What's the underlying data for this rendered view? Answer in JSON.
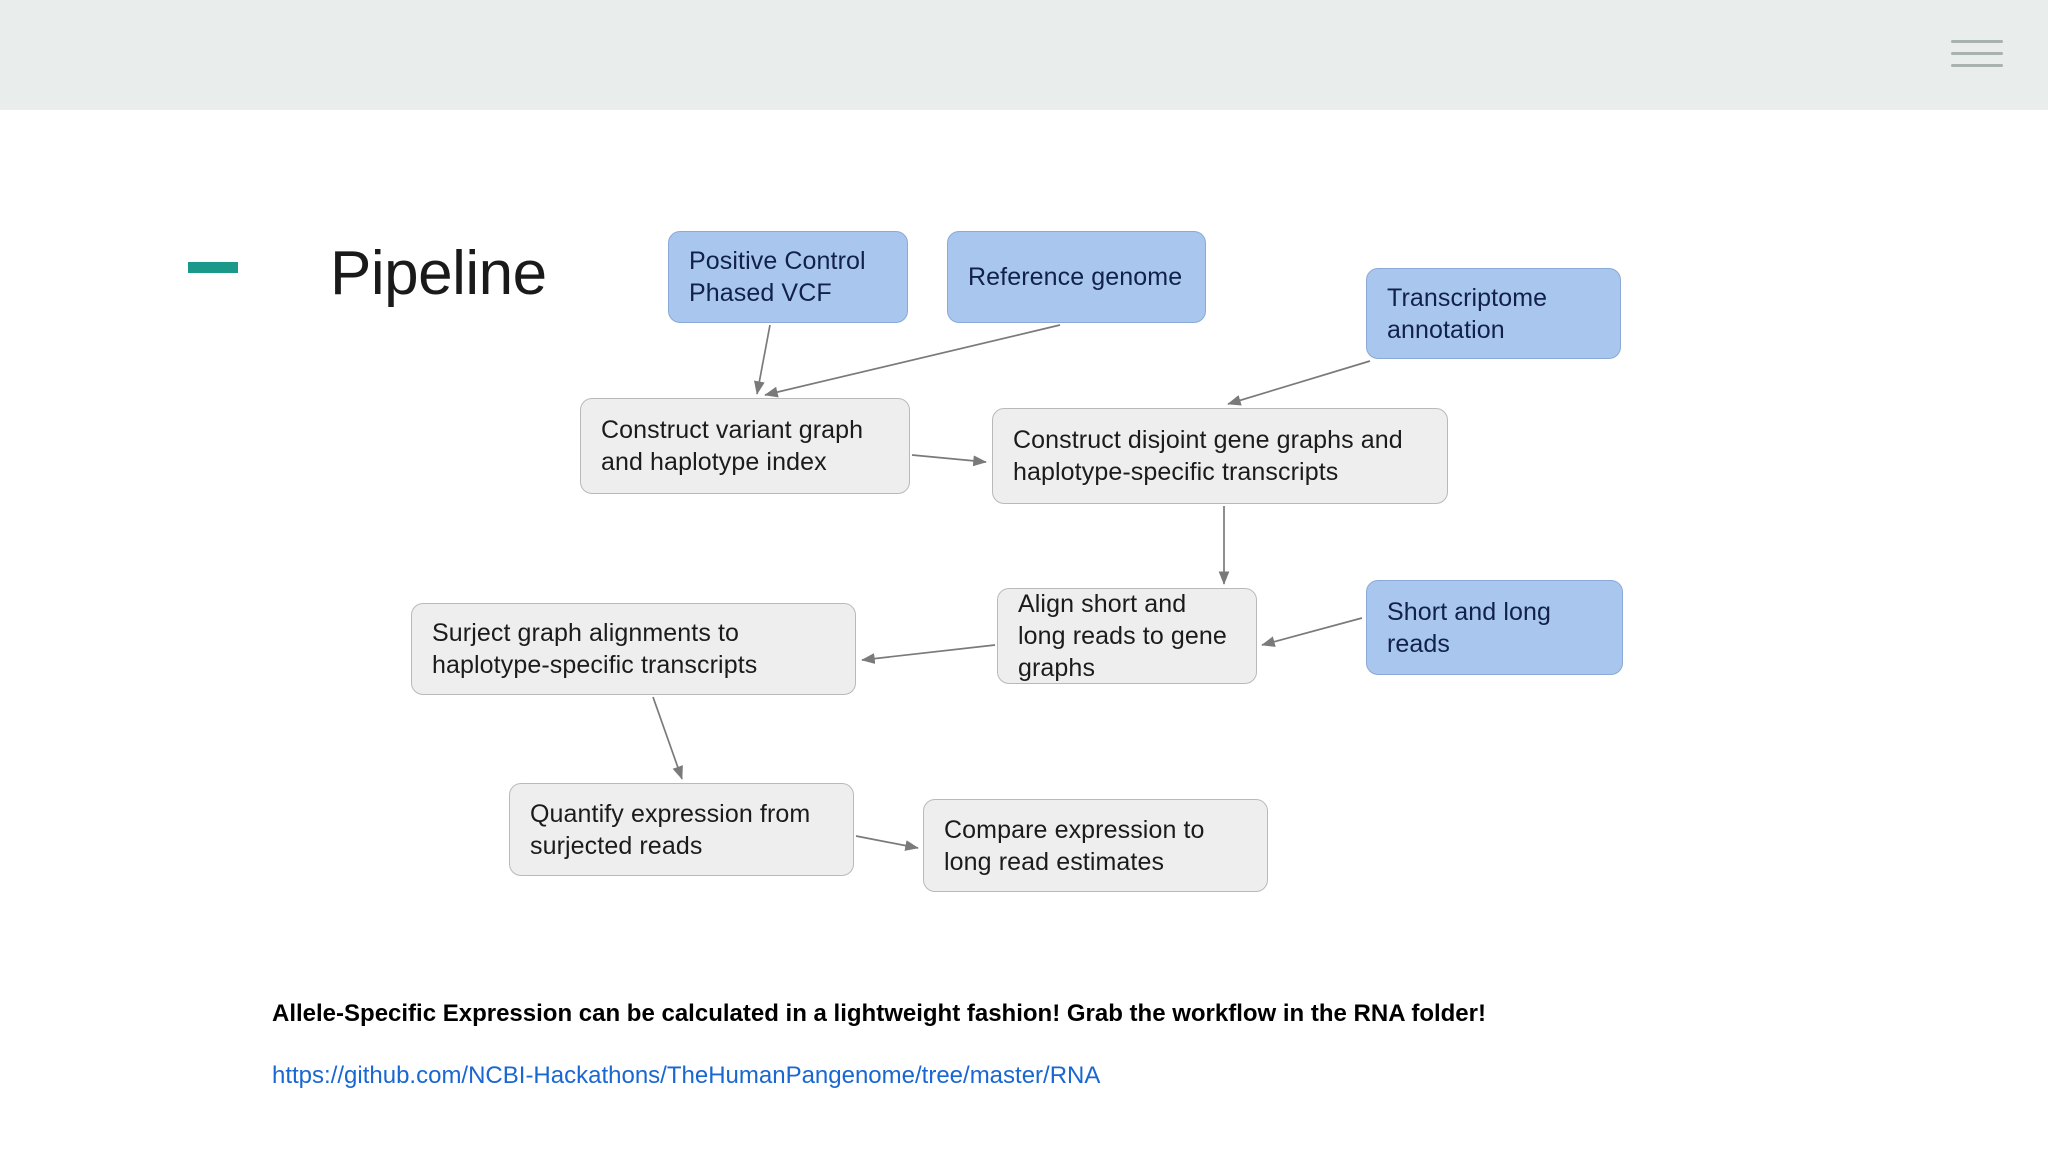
{
  "header": {
    "menu_icon": "hamburger-icon"
  },
  "slide": {
    "title": "Pipeline",
    "accent_color": "#1a998a",
    "blue_fill": "#a9c6ef",
    "grey_fill": "#eeeeee",
    "link_color": "#1967d2"
  },
  "diagram": {
    "type": "flowchart",
    "nodes": [
      {
        "id": "positive-control-phased-vcf",
        "label": "Positive Control Phased VCF",
        "kind": "input",
        "color": "#a9c6ef"
      },
      {
        "id": "reference-genome",
        "label": "Reference genome",
        "kind": "input",
        "color": "#a9c6ef"
      },
      {
        "id": "transcriptome-annotation",
        "label": "Transcriptome annotation",
        "kind": "input",
        "color": "#a9c6ef"
      },
      {
        "id": "construct-variant-graph",
        "label": "Construct variant graph and haplotype index",
        "kind": "process",
        "color": "#eeeeee"
      },
      {
        "id": "construct-disjoint-gene-graphs",
        "label": "Construct disjoint gene graphs and haplotype-specific transcripts",
        "kind": "process",
        "color": "#eeeeee"
      },
      {
        "id": "short-and-long-reads",
        "label": "Short and long reads",
        "kind": "input",
        "color": "#a9c6ef"
      },
      {
        "id": "align-reads-to-gene-graphs",
        "label": "Align short and long reads to gene graphs",
        "kind": "process",
        "color": "#eeeeee"
      },
      {
        "id": "surject-graph-alignments",
        "label": "Surject graph alignments to haplotype-specific transcripts",
        "kind": "process",
        "color": "#eeeeee"
      },
      {
        "id": "quantify-expression",
        "label": "Quantify expression from surjected reads",
        "kind": "process",
        "color": "#eeeeee"
      },
      {
        "id": "compare-expression",
        "label": "Compare expression to long read estimates",
        "kind": "process",
        "color": "#eeeeee"
      }
    ],
    "edges": [
      {
        "from": "positive-control-phased-vcf",
        "to": "construct-variant-graph"
      },
      {
        "from": "reference-genome",
        "to": "construct-variant-graph"
      },
      {
        "from": "construct-variant-graph",
        "to": "construct-disjoint-gene-graphs"
      },
      {
        "from": "transcriptome-annotation",
        "to": "construct-disjoint-gene-graphs"
      },
      {
        "from": "construct-disjoint-gene-graphs",
        "to": "align-reads-to-gene-graphs"
      },
      {
        "from": "short-and-long-reads",
        "to": "align-reads-to-gene-graphs"
      },
      {
        "from": "align-reads-to-gene-graphs",
        "to": "surject-graph-alignments"
      },
      {
        "from": "surject-graph-alignments",
        "to": "quantify-expression"
      },
      {
        "from": "quantify-expression",
        "to": "compare-expression"
      }
    ]
  },
  "footer": {
    "note": "Allele-Specific Expression can be calculated in a lightweight fashion! Grab the workflow in the RNA folder!",
    "link": "https://github.com/NCBI-Hackathons/TheHumanPangenome/tree/master/RNA"
  }
}
